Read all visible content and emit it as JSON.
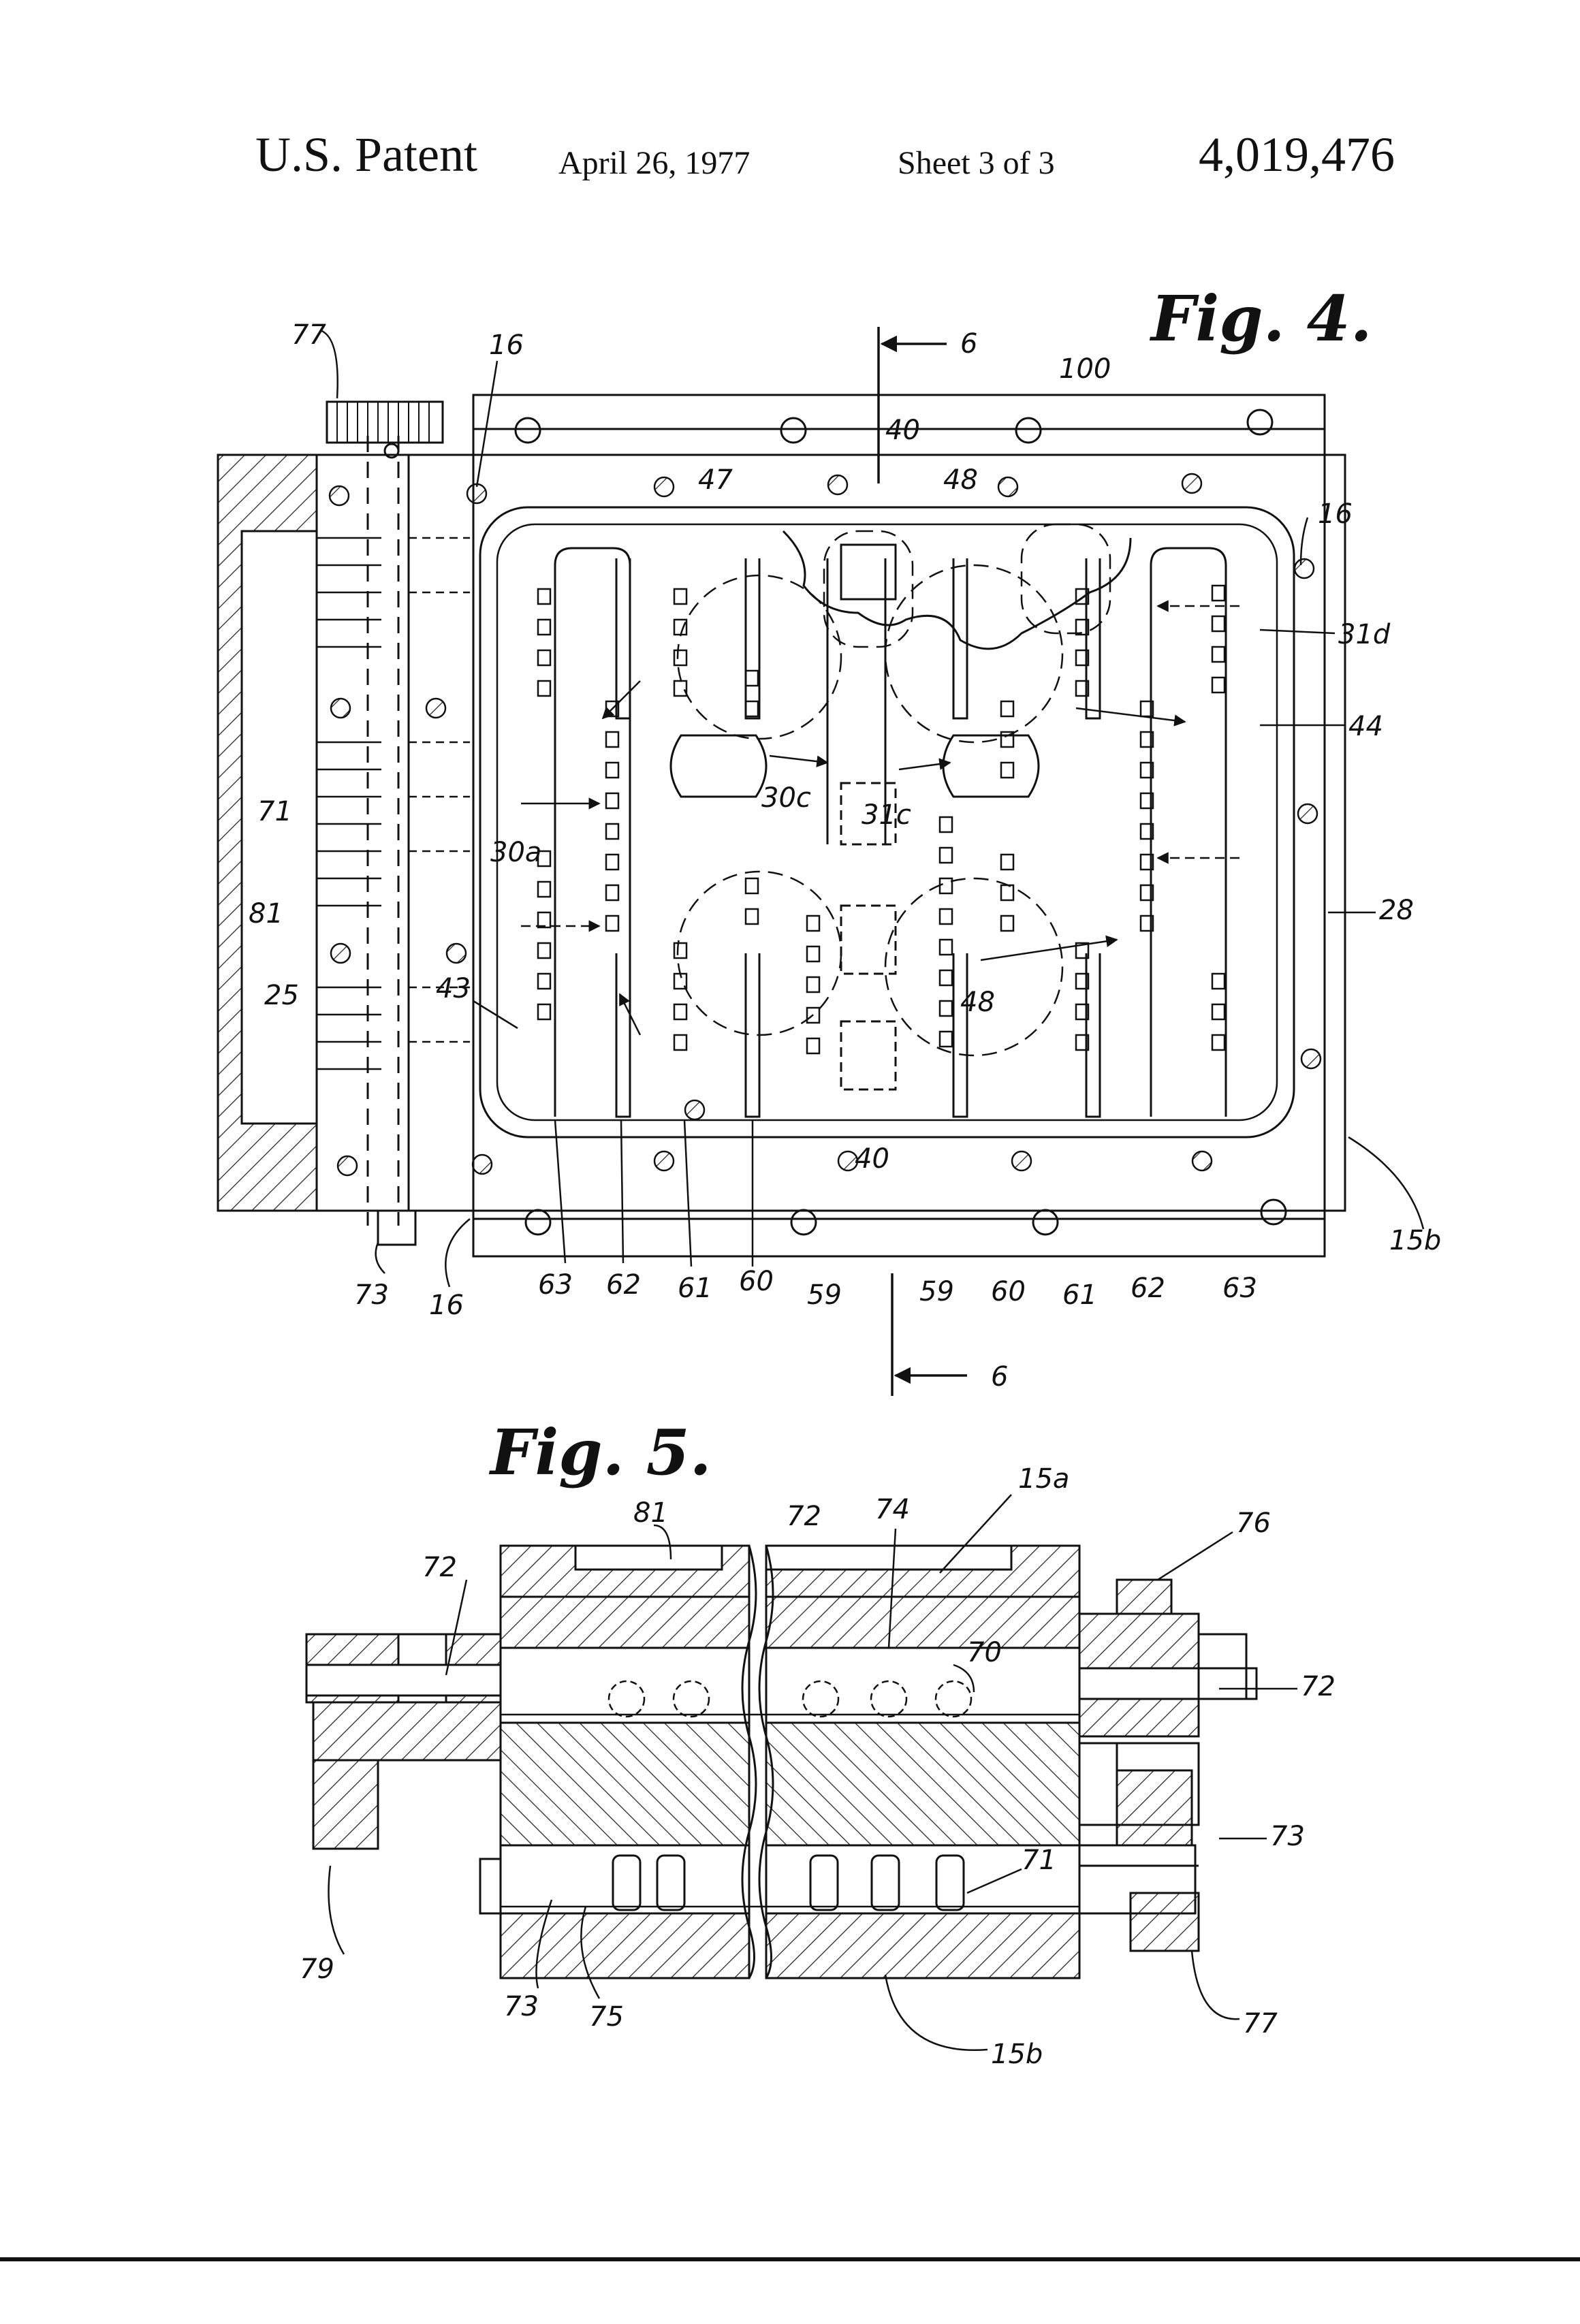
{
  "header": {
    "patent_label": "U.S. Patent",
    "date": "April 26, 1977",
    "sheet": "Sheet 3 of 3",
    "patent_number": "4,019,476"
  },
  "fig4": {
    "title": "Fig. 4.",
    "labels": {
      "l77": "77",
      "l16a": "16",
      "l6top": "6",
      "l100": "100",
      "l40a": "40",
      "l47": "47",
      "l48a": "48",
      "l16b": "16",
      "l31d": "31d",
      "l44": "44",
      "l71": "71",
      "l30a": "30a",
      "l30c": "30c",
      "l31c": "31c",
      "l81": "81",
      "l28": "28",
      "l25": "25",
      "l43": "43",
      "l48b": "48",
      "l40b": "40",
      "l15b": "15b",
      "l73": "73",
      "l16c": "16",
      "l63a": "63",
      "l62a": "62",
      "l61a": "61",
      "l60a": "60",
      "l59a": "59",
      "l59b": "59",
      "l60b": "60",
      "l61b": "61",
      "l62b": "62",
      "l63b": "63",
      "l6bot": "6"
    }
  },
  "fig5": {
    "title": "Fig. 5.",
    "labels": {
      "l81": "81",
      "l72a": "72",
      "l74": "74",
      "l15a": "15a",
      "l76": "76",
      "l72b": "72",
      "l70": "70",
      "l72c": "72",
      "l73a": "73",
      "l71": "71",
      "l79": "79",
      "l73b": "73",
      "l75": "75",
      "l15b": "15b",
      "l77": "77"
    }
  }
}
